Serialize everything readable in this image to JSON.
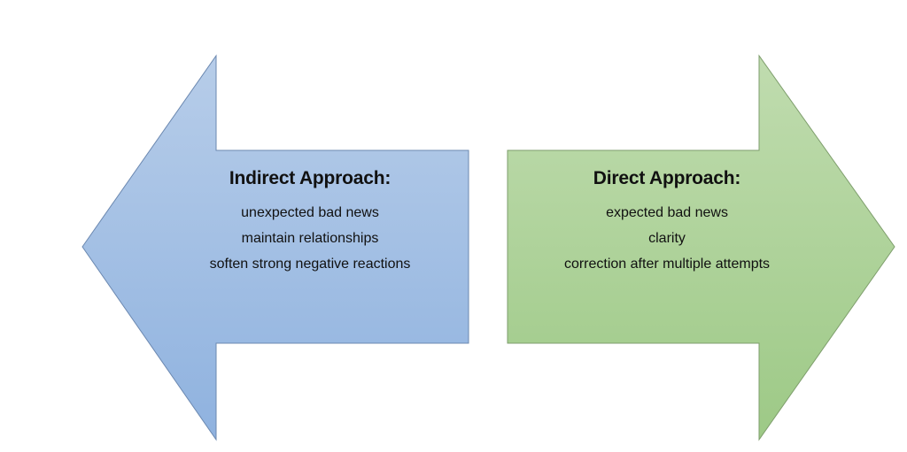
{
  "colors": {
    "left_arrow_top": "#b7cde9",
    "left_arrow_bottom": "#8fb2df",
    "left_arrow_stroke": "#6b88b0",
    "right_arrow_top": "#c0dcaf",
    "right_arrow_bottom": "#9dc986",
    "right_arrow_stroke": "#7e9e6c"
  },
  "indirect": {
    "title": "Indirect Approach:",
    "items": [
      "unexpected bad news",
      "maintain relationships",
      "soften strong negative reactions"
    ]
  },
  "direct": {
    "title": "Direct Approach:",
    "items": [
      "expected bad news",
      "clarity",
      "correction after multiple attempts"
    ]
  }
}
